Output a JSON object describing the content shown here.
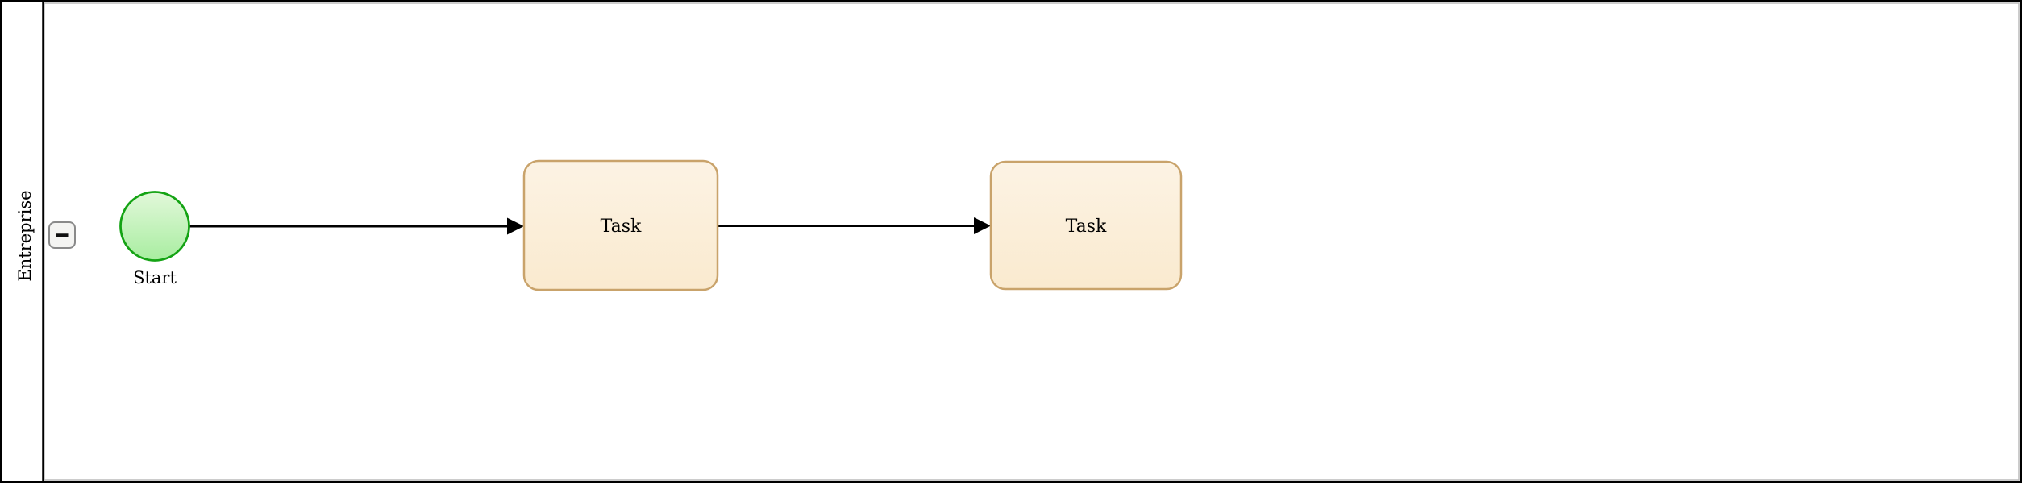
{
  "diagram": {
    "type": "bpmn-process",
    "pool": {
      "lane_label": "Entreprise",
      "collapse_button": {
        "icon": "minus",
        "state": "expanded"
      }
    },
    "nodes": {
      "start_event": {
        "label": "Start",
        "shape": "circle"
      },
      "task1": {
        "label": "Task",
        "shape": "rounded-rectangle"
      },
      "task2": {
        "label": "Task",
        "shape": "rounded-rectangle"
      }
    },
    "connectors": [
      {
        "from": "start_event",
        "to": "task1"
      },
      {
        "from": "task1",
        "to": "task2"
      }
    ],
    "colors": {
      "pool_border": "#000000",
      "lane_inner_border": "#bbbbbb",
      "lane_divider": "#000000",
      "button_fill": "#f4f4f2",
      "button_border": "#8a8a8a",
      "button_icon": "#111111",
      "start_border": "#14a314",
      "start_fill_top": "#e2f8da",
      "start_fill_bottom": "#a8eda0",
      "task_border": "#c9a36b",
      "task_fill_top": "#fcf3e4",
      "task_fill_bottom": "#faeacf",
      "connector": "#000000",
      "label_color": "#000000"
    }
  }
}
